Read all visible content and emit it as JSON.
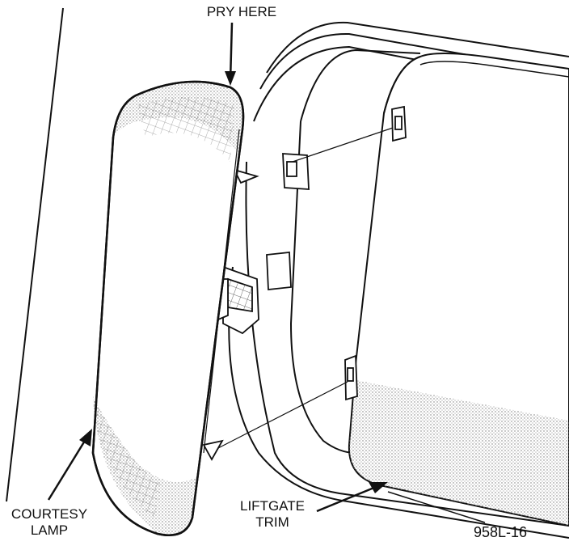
{
  "labels": {
    "pry_here": "PRY HERE",
    "courtesy_lamp_line1": "COURTESY",
    "courtesy_lamp_line2": "LAMP",
    "liftgate_trim_line1": "LIFTGATE",
    "liftgate_trim_line2": "TRIM",
    "figure_number": "958L-16"
  },
  "colors": {
    "ink": "#111111",
    "background": "#ffffff",
    "stipple": "#9a9a9a"
  }
}
